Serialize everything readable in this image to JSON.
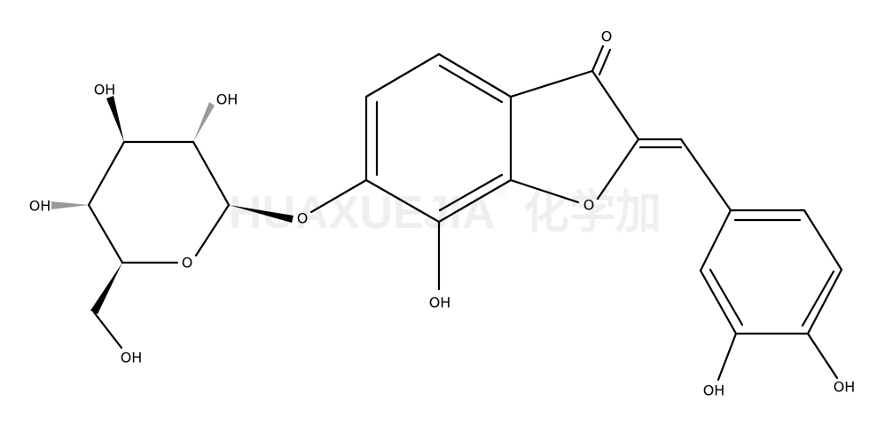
{
  "molecule": {
    "labels": {
      "oh_c4": "OH",
      "oh_c3": "OH",
      "oh_c2": "OH",
      "o_ring": "O",
      "oh_ch2": "OH",
      "o_glyco": "O",
      "oh_c7": "OH",
      "o_furan": "O",
      "o_ketone": "O",
      "oh_meta": "OH",
      "oh_para": "OH"
    }
  },
  "watermark": {
    "text": "HUAXUEJIA",
    "registered": "®",
    "chinese": "化学加"
  },
  "colors": {
    "bond": "#000000",
    "watermark": "#efefef",
    "background": "#ffffff"
  }
}
